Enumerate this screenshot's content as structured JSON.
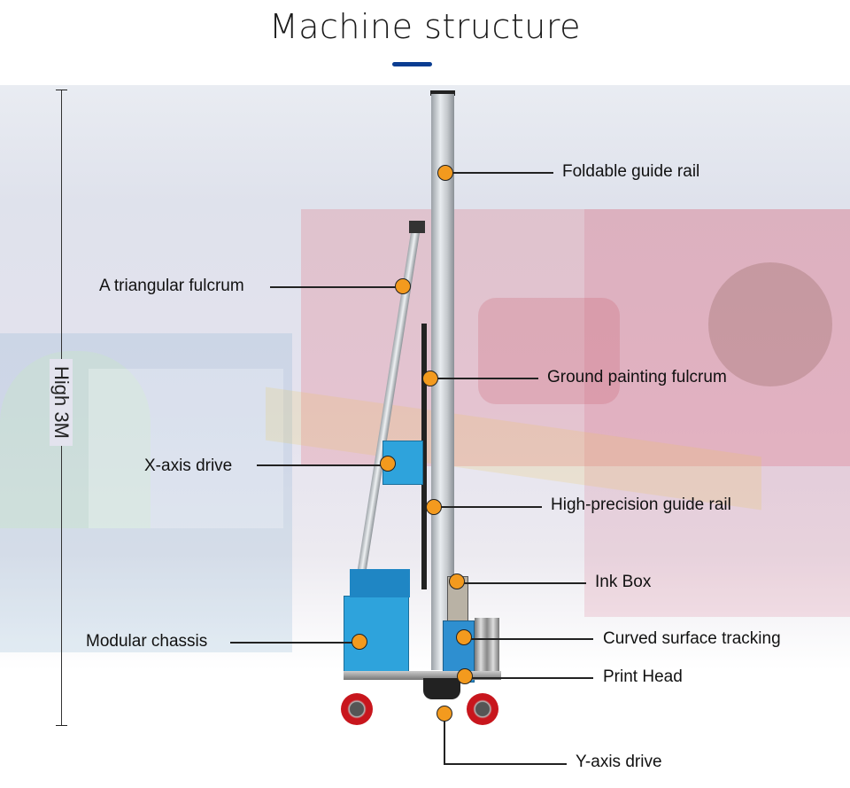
{
  "title": "Machine structure",
  "height_label": "High 3M",
  "colors": {
    "accent": "#0a3d91",
    "dot": "#f39a1e",
    "machine_blue": "#2ea3dc",
    "wheel": "#c8161d"
  },
  "labels": {
    "foldable_guide_rail": "Foldable guide rail",
    "triangular_fulcrum": "A triangular fulcrum",
    "ground_painting_fulcrum": "Ground painting fulcrum",
    "x_axis_drive": "X-axis drive",
    "high_precision_guide_rail": "High-precision guide rail",
    "ink_box": "Ink Box",
    "curved_surface_tracking": "Curved surface tracking",
    "modular_chassis": "Modular chassis",
    "print_head": "Print Head",
    "y_axis_drive": "Y-axis drive"
  }
}
